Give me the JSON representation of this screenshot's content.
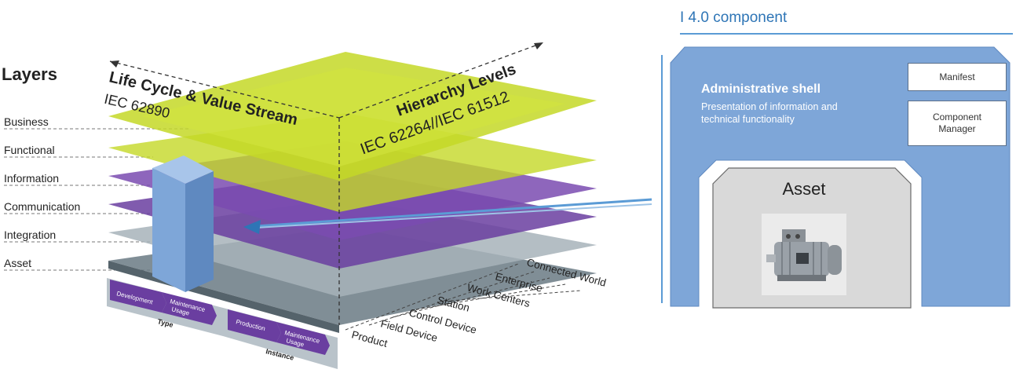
{
  "left_diagram": {
    "layers_heading": "Layers",
    "layers": [
      "Business",
      "Functional",
      "Information",
      "Communication",
      "Integration",
      "Asset"
    ],
    "life_cycle_title": "Life Cycle & Value Stream",
    "life_cycle_std": "IEC 62890",
    "hierarchy_title": "Hierarchy Levels",
    "hierarchy_std": "IEC 62264//IEC 61512",
    "hierarchy_levels": [
      "Connected World",
      "Enterprise",
      "Work Centers",
      "Station",
      "Control Device",
      "Field Device",
      "Product"
    ],
    "type_label": "Type",
    "instance_label": "Instance",
    "type_chevrons": [
      {
        "line1": "Development",
        "line2": ""
      },
      {
        "line1": "Maintenance",
        "line2": "Usage"
      }
    ],
    "instance_chevrons": [
      {
        "line1": "Production",
        "line2": ""
      },
      {
        "line1": "Maintenance",
        "line2": "Usage"
      }
    ],
    "colors": {
      "green": "#c4d827",
      "purple": "#6a3ea0",
      "grey": "#7c8c96",
      "pillar": "#7ea6d8"
    }
  },
  "right_diagram": {
    "title": "I 4.0 component",
    "admin_shell_title": "Administrative shell",
    "admin_shell_subtitle": "Presentation of information and technical functionality",
    "manifest_label": "Manifest",
    "component_manager_label": "Component Manager",
    "asset_label": "Asset",
    "asset_image_icon": "electric-motor-icon",
    "colors": {
      "shell": "#7ea6d8",
      "asset_box": "#d9d9d9",
      "title": "#2e75b6"
    }
  }
}
